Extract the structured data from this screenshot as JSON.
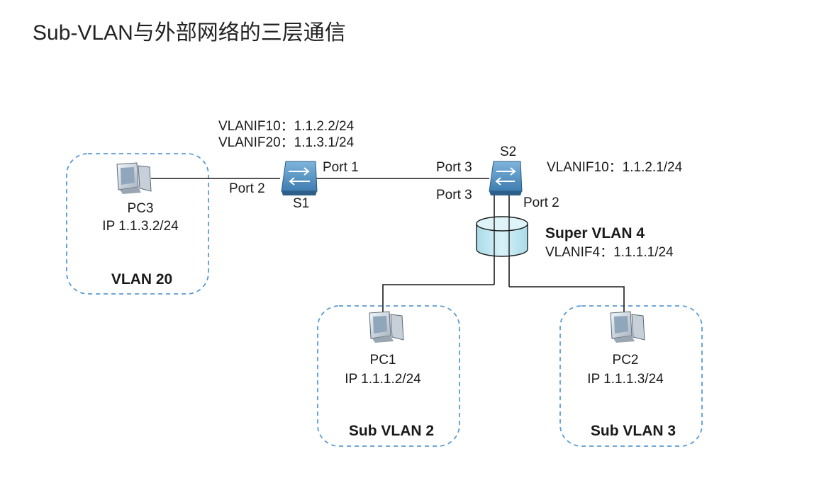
{
  "title": "Sub-VLAN与外部网络的三层通信",
  "s1": {
    "name": "S1",
    "ip_lines": [
      "VLANIF10：1.1.2.2/24",
      "VLANIF20：1.1.3.1/24"
    ],
    "port_left": "Port 2",
    "port_right": "Port 1"
  },
  "s2": {
    "name": "S2",
    "ip_line": "VLANIF10：1.1.2.1/24",
    "port_left": "Port 3",
    "port_down": "Port 3",
    "port_right": "Port 2"
  },
  "super_vlan": {
    "name": "Super VLAN 4",
    "ip": "VLANIF4：1.1.1.1/24"
  },
  "pc3": {
    "name": "PC3",
    "ip": "IP 1.1.3.2/24",
    "group": "VLAN 20"
  },
  "pc1": {
    "name": "PC1",
    "ip": "IP 1.1.1.2/24",
    "group": "Sub VLAN 2"
  },
  "pc2": {
    "name": "PC2",
    "ip": "IP 1.1.1.3/24",
    "group": "Sub VLAN 3"
  },
  "colors": {
    "line": "#1a1a1a",
    "dashed_box": "#5b9bd5",
    "switch_body": "#3a78a8",
    "cylinder": "#bfe6f0"
  }
}
